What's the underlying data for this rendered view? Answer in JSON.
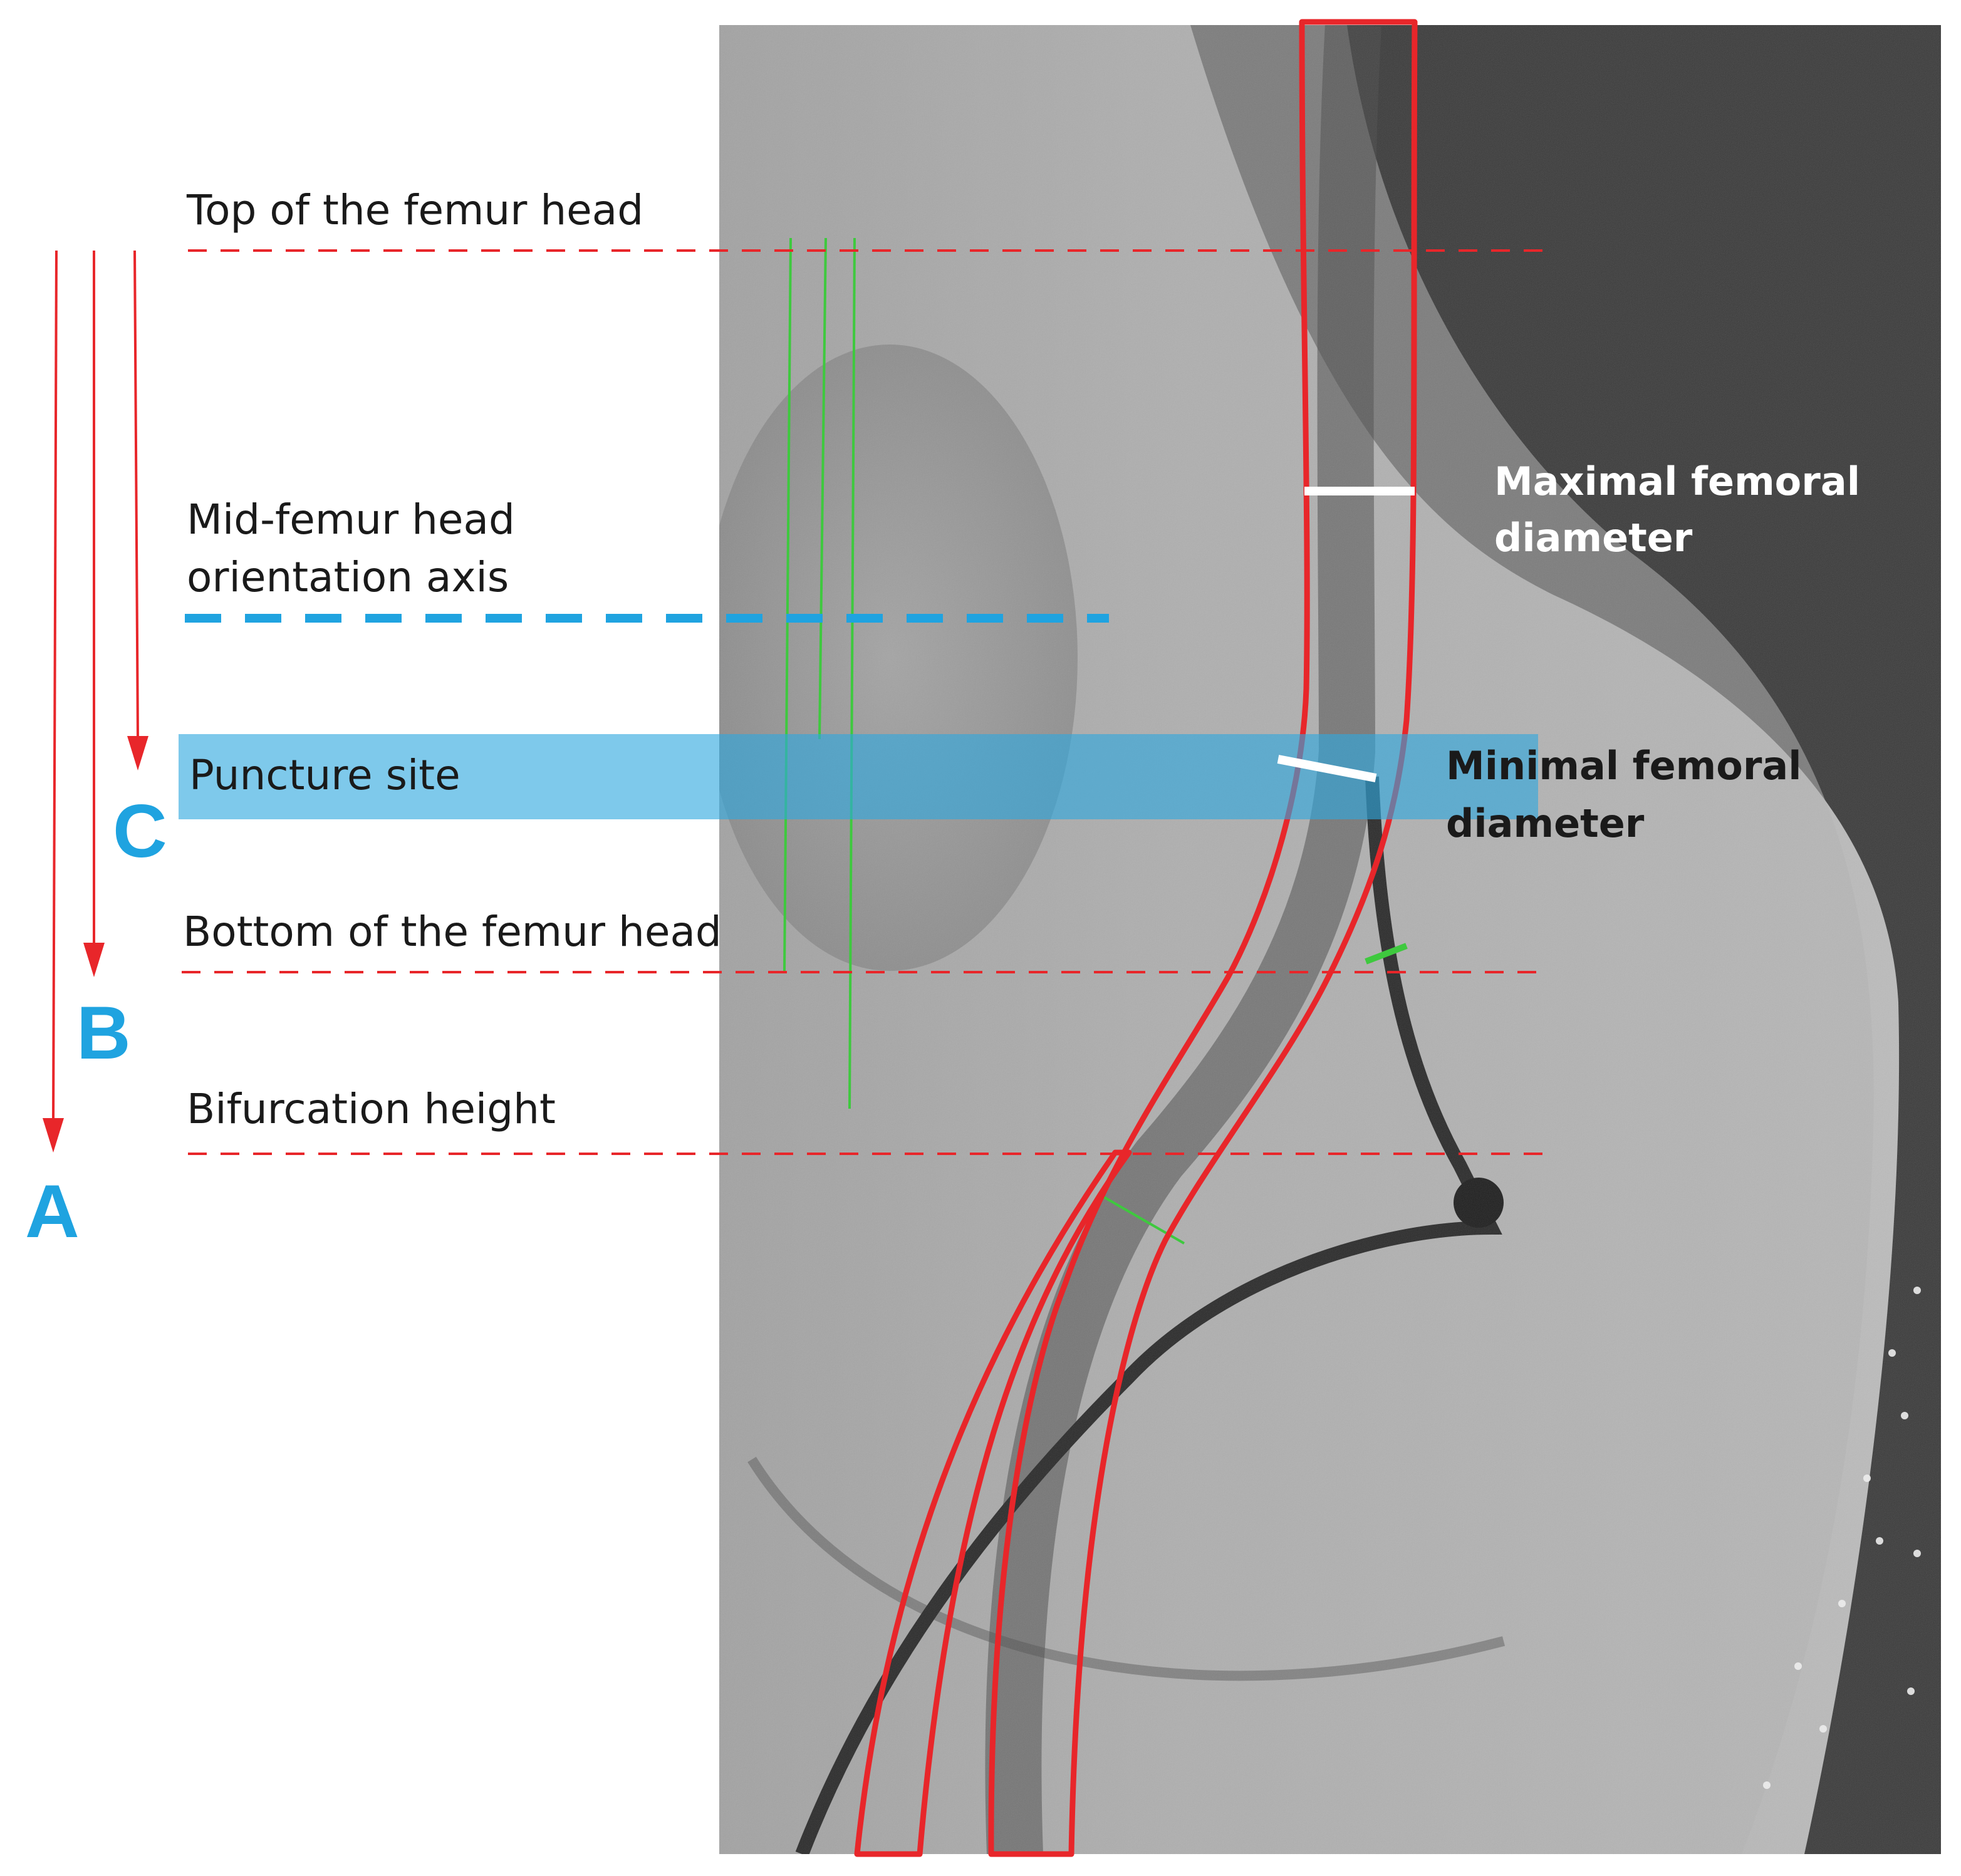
{
  "figure": {
    "levels": {
      "top_femur_head": "Top of the femur head",
      "mid_femur_axis_line1": "Mid-femur head",
      "mid_femur_axis_line2": "orientation axis",
      "puncture_site": "Puncture site",
      "bottom_femur_head": "Bottom of the femur head",
      "bifurcation_height": "Bifurcation height"
    },
    "diameters": {
      "maximal_line1": "Maximal femoral",
      "maximal_line2": "diameter",
      "minimal_line1": "Minimal femoral",
      "minimal_line2": "diameter"
    },
    "distance_arrows": {
      "a": "A",
      "b": "B",
      "c": "C"
    },
    "colors": {
      "annotation_red": "#e8262a",
      "axis_blue": "#1fa3e0",
      "puncture_band": "#2ea8de",
      "measure_white": "#ffffff",
      "measure_green": "#3ec93e"
    }
  }
}
